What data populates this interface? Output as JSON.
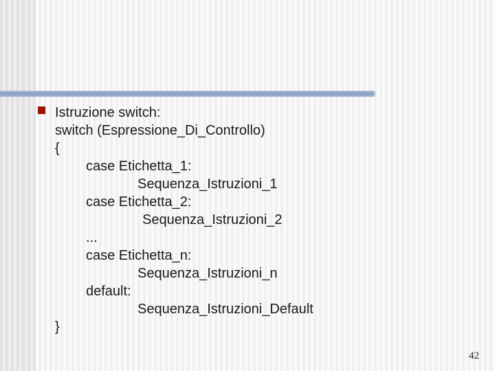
{
  "slide": {
    "page_number": "42",
    "accent_color": "#8da5c6",
    "bullet_color": "#9c1006",
    "body": {
      "lines": [
        {
          "text": "Istruzione switch:",
          "indent": 0,
          "bullet": true
        },
        {
          "text": "switch (Espressione_Di_Controllo)",
          "indent": 0
        },
        {
          "text": "{",
          "indent": 0
        },
        {
          "text": "case Etichetta_1:",
          "indent": 1
        },
        {
          "text": "Sequenza_Istruzioni_1",
          "indent": 2
        },
        {
          "text": "case Etichetta_2:",
          "indent": 1
        },
        {
          "text": "Sequenza_Istruzioni_2",
          "indent": 3
        },
        {
          "text": "...",
          "indent": 1
        },
        {
          "text": "case Etichetta_n:",
          "indent": 1
        },
        {
          "text": "Sequenza_Istruzioni_n",
          "indent": 2
        },
        {
          "text": "default:",
          "indent": 1
        },
        {
          "text": "Sequenza_Istruzioni_Default",
          "indent": 2
        },
        {
          "text": "}",
          "indent": 0
        }
      ]
    }
  }
}
